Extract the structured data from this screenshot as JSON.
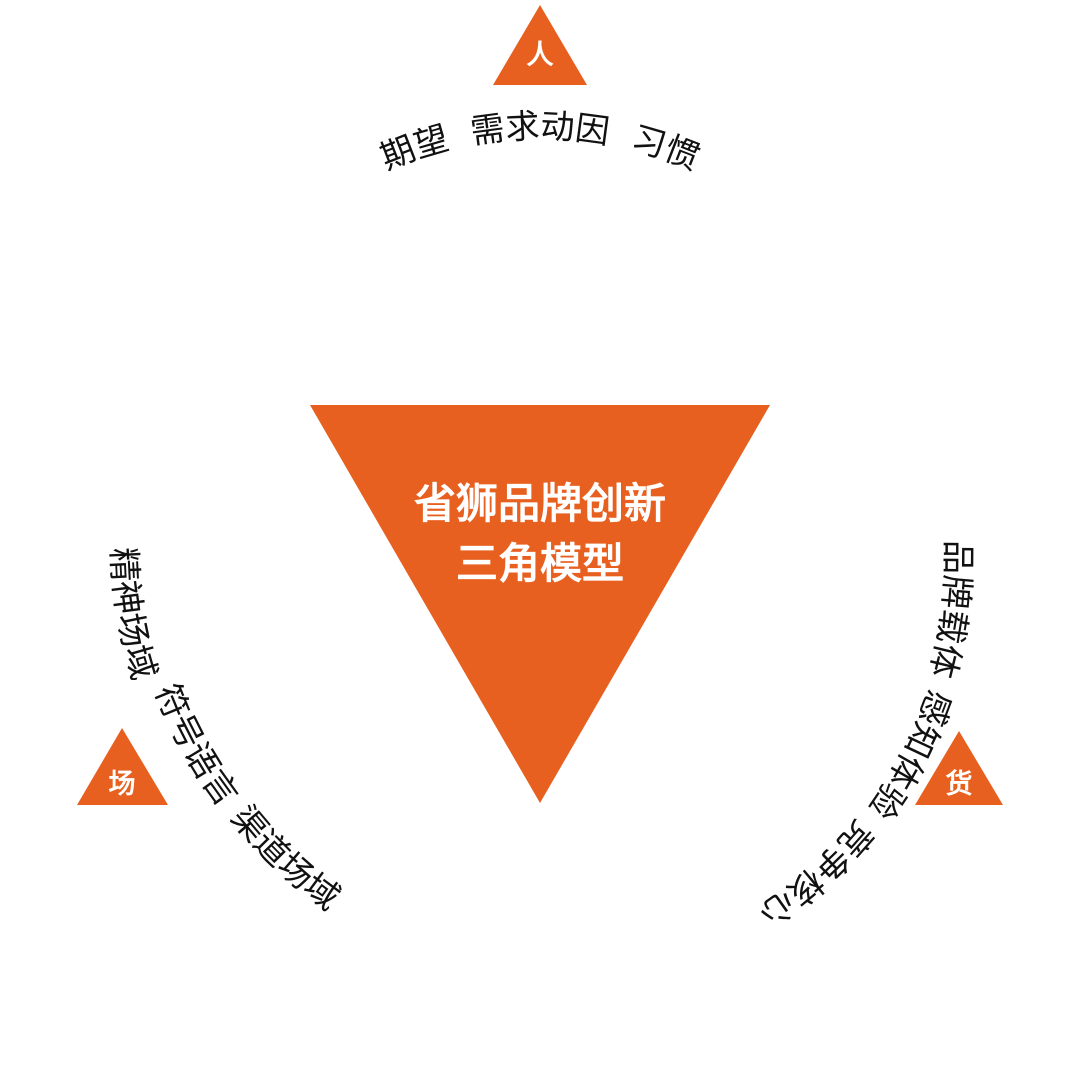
{
  "colors": {
    "accent": "#E8601F",
    "text": "#111111",
    "background": "#ffffff"
  },
  "center": {
    "line1": "省狮品牌创新",
    "line2": "三角模型"
  },
  "nodes": {
    "top": {
      "label": "人",
      "items": [
        "期望",
        "需求动因",
        "习惯"
      ]
    },
    "left": {
      "label": "场",
      "items": [
        "精神场域",
        "符号语言",
        "渠道场域"
      ]
    },
    "right": {
      "label": "货",
      "items": [
        "品牌载体",
        "感知体验",
        "竞争核心"
      ]
    }
  }
}
